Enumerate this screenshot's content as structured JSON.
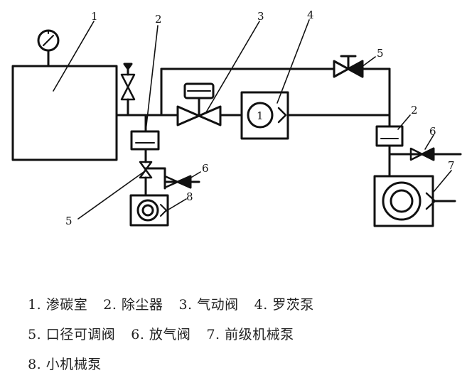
{
  "callouts": {
    "c1": "1",
    "c2a": "2",
    "c2b": "2",
    "c3": "3",
    "c4": "4",
    "c5a": "5",
    "c5b": "5",
    "c6a": "6",
    "c6b": "6",
    "c7": "7",
    "c8": "8",
    "pump4_mark": "1"
  },
  "legend": [
    [
      "1. 渗碳室",
      "2. 除尘器",
      "3. 气动阀",
      "4. 罗茨泵"
    ],
    [
      "5. 口径可调阀",
      "6. 放气阀",
      "7. 前级机械泵"
    ],
    [
      "8. 小机械泵"
    ]
  ]
}
